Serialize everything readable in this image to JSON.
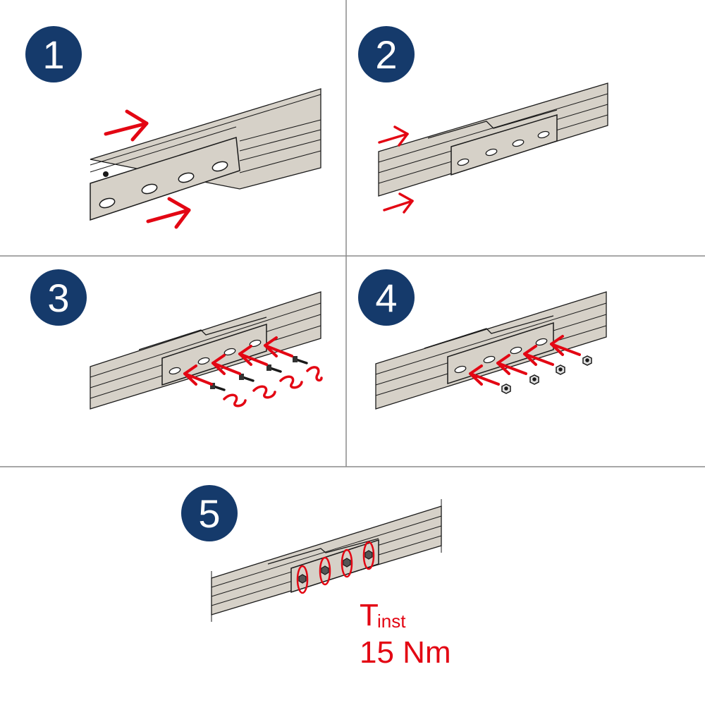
{
  "colors": {
    "badge": "#153a6b",
    "arrow": "#e30613",
    "rail_fill": "#d6d1c8",
    "outline": "#1a1a1a",
    "divider": "#8c8c8c"
  },
  "steps": [
    {
      "number": "1"
    },
    {
      "number": "2"
    },
    {
      "number": "3"
    },
    {
      "number": "4"
    },
    {
      "number": "5"
    }
  ],
  "torque": {
    "symbol": "T",
    "subscript": "inst",
    "value": "15 Nm"
  },
  "icons": {
    "push": "arrow-icon",
    "bolt": "bolt-icon",
    "nut": "nut-icon",
    "rotate": "rotation-arrow-icon"
  }
}
